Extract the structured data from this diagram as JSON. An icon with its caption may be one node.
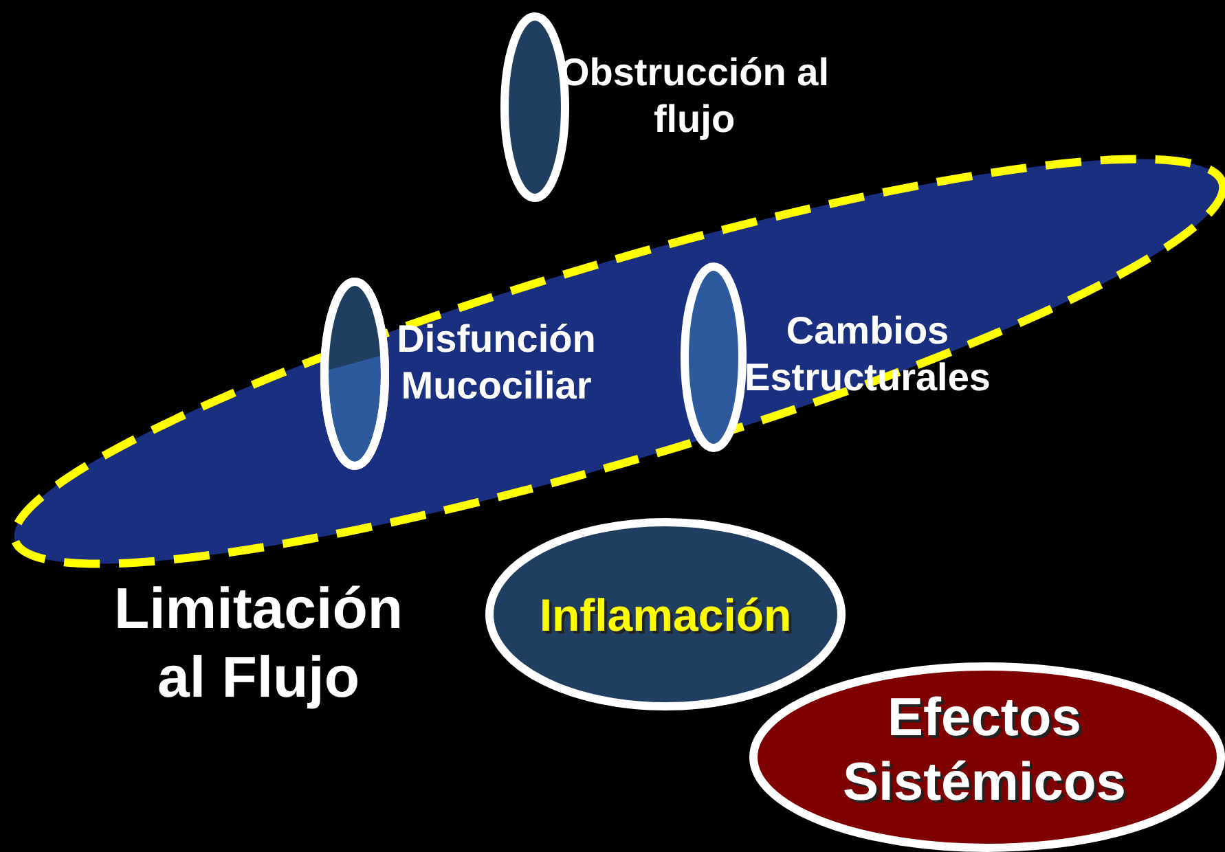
{
  "diagram": {
    "nodes": [
      {
        "text": [
          "Limitación al Flujo"
        ]
      },
      {
        "text": [
          "Obstrucción al flujo"
        ]
      },
      {
        "text": [
          "Disfunción Mucociliar"
        ],
        "in": 0
      },
      {
        "text": [
          "Cambios Estructurales"
        ],
        "in": 0
      },
      {
        "text": [
          "Inflamación"
        ]
      },
      {
        "text": [
          "Efectos Sistémicos"
        ]
      }
    ]
  }
}
